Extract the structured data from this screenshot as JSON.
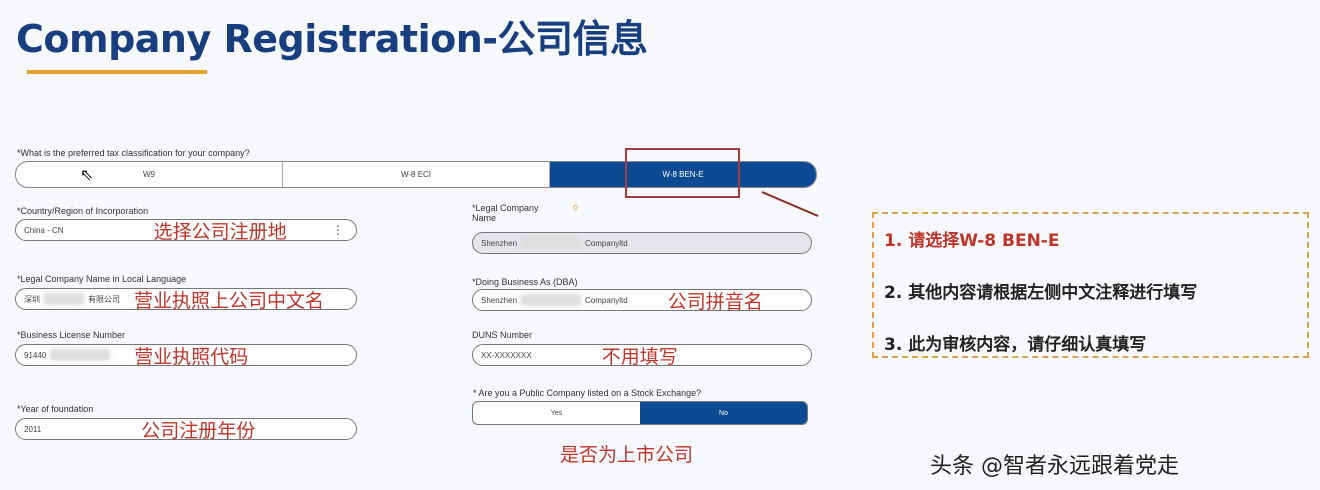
{
  "title": "Company Registration-公司信息",
  "tax": {
    "question": "*What is the preferred tax classification for your company?",
    "options": [
      "W9",
      "W-8 ECI",
      "W-8 BEN-E"
    ],
    "selected": "W-8 BEN-E"
  },
  "fields": {
    "country": {
      "label": "*Country/Region of Incorporation",
      "value": "China - CN",
      "note": "选择公司注册地"
    },
    "legal_name": {
      "label": "*Legal Company Name",
      "value_prefix": "Shenzhen",
      "value_suffix": "Companyltd"
    },
    "local_name": {
      "label": "*Legal Company Name in Local Language",
      "value_prefix": "深圳",
      "value_suffix": "有限公司",
      "note": "营业执照上公司中文名"
    },
    "dba": {
      "label": "*Doing Business As (DBA)",
      "value_prefix": "Shenzhen",
      "value_suffix": "Companyltd",
      "note": "公司拼音名"
    },
    "license": {
      "label": "*Business License Number",
      "value": "91440",
      "note": "营业执照代码"
    },
    "duns": {
      "label": "DUNS Number",
      "value": "XX-XXXXXXX",
      "note": "不用填写"
    },
    "year": {
      "label": "*Year of foundation",
      "value": "2011",
      "note": "公司注册年份"
    },
    "public": {
      "label": "* Are you a Public Company listed on a Stock Exchange?",
      "options": [
        "Yes",
        "No"
      ],
      "selected": "No",
      "note": "是否为上市公司"
    }
  },
  "instructions": [
    "1.  请选择W-8 BEN-E",
    "2.  其他内容请根据左侧中文注释进行填写",
    "3.  此为审核内容，请仔细认真填写"
  ],
  "watermark": "头条 @智者永远跟着党走",
  "colors": {
    "title": "#173f80",
    "accent": "#e0a526",
    "selected": "#0c4a93",
    "note": "#c0352a"
  }
}
